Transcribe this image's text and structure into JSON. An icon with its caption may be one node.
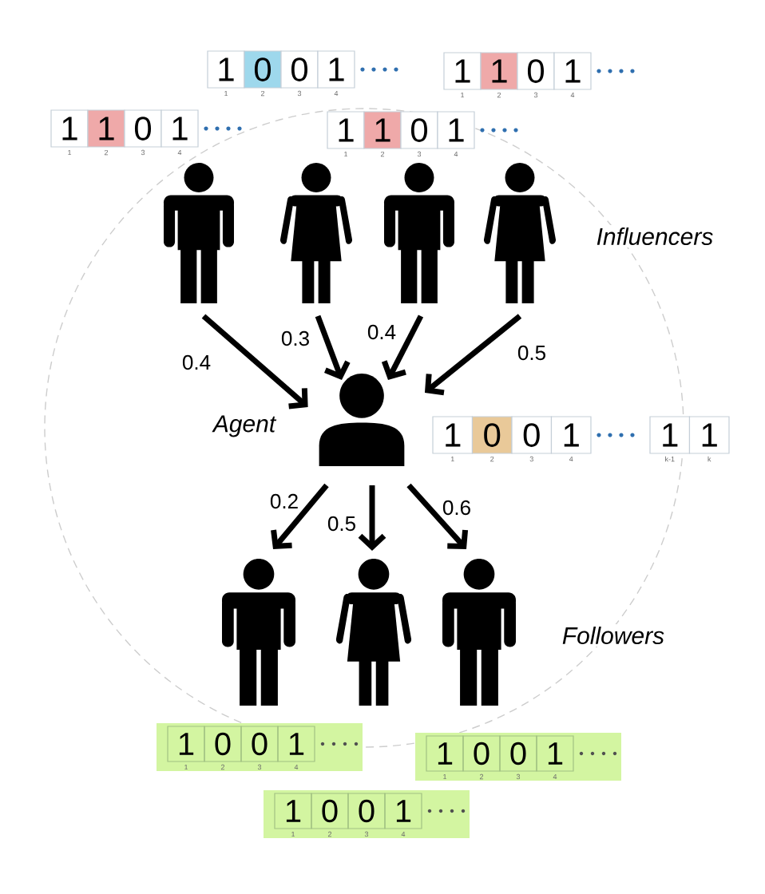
{
  "diagram": {
    "nodes": [
      {
        "text": [
          "1",
          "0",
          "0",
          "1"
        ],
        "beside": [
          "1",
          "2",
          "3",
          "4"
        ]
      },
      {
        "text": [
          "1",
          "1",
          "0",
          "1"
        ],
        "beside": [
          "1",
          "2",
          "3",
          "4"
        ]
      },
      {
        "text": [
          "1",
          "1",
          "0",
          "1"
        ],
        "beside": [
          "1",
          "2",
          "3",
          "4"
        ]
      },
      {
        "text": [
          "1",
          "1",
          "0",
          "1"
        ],
        "beside": [
          "1",
          "2",
          "3",
          "4"
        ]
      },
      {
        "text": [],
        "shape": "person"
      },
      {
        "text": [],
        "shape": "person"
      },
      {
        "text": [],
        "shape": "person"
      },
      {
        "text": [],
        "shape": "person"
      },
      {
        "text": [],
        "shape": "person",
        "beside": [
          "Agent"
        ]
      },
      {
        "text": [
          "1",
          "0",
          "0",
          "1",
          "1",
          "1"
        ],
        "beside": [
          "1",
          "2",
          "3",
          "4",
          "k-1",
          "k"
        ]
      },
      {
        "text": [],
        "shape": "person"
      },
      {
        "text": [],
        "shape": "person"
      },
      {
        "text": [],
        "shape": "person"
      },
      {
        "text": [
          "1",
          "0",
          "0",
          "1",
          "1",
          "2",
          "3",
          "4"
        ]
      },
      {
        "text": [
          "1",
          "0",
          "0",
          "1",
          "1",
          "2",
          "3",
          "4"
        ]
      },
      {
        "text": [
          "1",
          "0",
          "0",
          "1",
          "1",
          "2",
          "3",
          "4"
        ]
      }
    ],
    "edges": [
      {
        "from": 4,
        "to": 8,
        "arrow": "to",
        "label": "0.4"
      },
      {
        "from": 5,
        "to": 8,
        "arrow": "to",
        "label": "0.3"
      },
      {
        "from": 6,
        "to": 8,
        "arrow": "to",
        "label": "0.4"
      },
      {
        "from": 7,
        "to": 8,
        "arrow": "to",
        "label": "0.5"
      },
      {
        "from": 8,
        "to": 10,
        "arrow": "to",
        "label": "0.2"
      },
      {
        "from": 8,
        "to": 11,
        "arrow": "to",
        "label": "0.5"
      },
      {
        "from": 8,
        "to": 12,
        "arrow": "to",
        "label": "0.6"
      }
    ],
    "labels": [
      "Influencers",
      "Followers"
    ]
  }
}
